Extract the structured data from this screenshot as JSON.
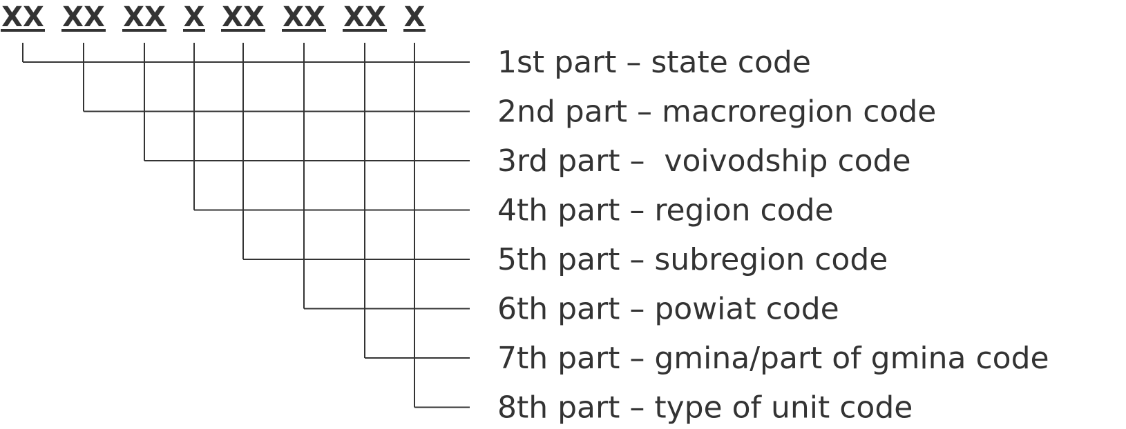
{
  "segments": [
    "XX",
    "XX",
    "XX",
    "X",
    "XX",
    "XX",
    "XX",
    "X"
  ],
  "parts": [
    "1st part – state code",
    "2nd part – macroregion code",
    "3rd part –  voivodship code",
    "4th part – region code",
    "5th part – subregion code",
    "6th part – powiat code",
    "7th part – gmina/part of gmina code",
    "8th part – type of unit code"
  ],
  "colors": {
    "ink": "#333333",
    "background": "#ffffff"
  }
}
